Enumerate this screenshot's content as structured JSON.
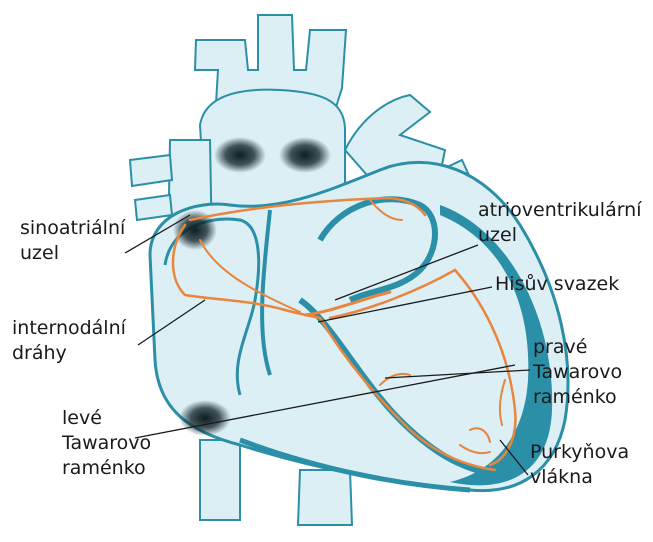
{
  "labels": {
    "sa_node": [
      "sinoatriální",
      "uzel"
    ],
    "av_node": [
      "atrioventrikulární",
      "uzel"
    ],
    "his_bundle": "Hisův svazek",
    "internodal": [
      "internodální",
      "dráhy"
    ],
    "right_branch": [
      "pravé",
      "Tawarovo",
      "raménko"
    ],
    "left_branch": [
      "levé",
      "Tawarovo",
      "raménko"
    ],
    "purkinje": [
      "Purkyňova",
      "vlákna"
    ]
  },
  "colors": {
    "heart_fill": "#dceff4",
    "heart_outline": "#2b8fa8",
    "wall": "#2b8fa8",
    "conduction": "#e8863e",
    "node_shadow": "#0e1f24",
    "leader_line": "#1a1a1a",
    "text": "#1a1a1a"
  }
}
